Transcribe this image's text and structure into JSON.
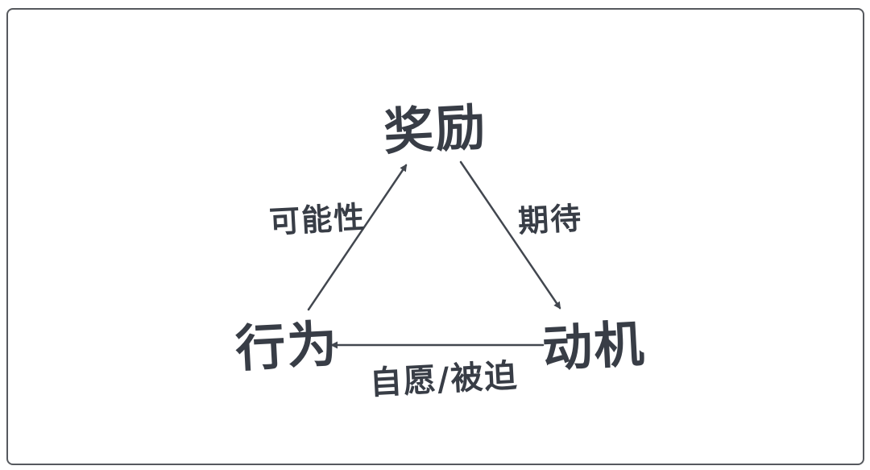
{
  "diagram": {
    "title": "reward-behavior-motivation-triangle",
    "nodes": {
      "reward": "奖励",
      "behavior": "行为",
      "motivation": "动机"
    },
    "edges": {
      "behavior_to_reward": {
        "label": "可能性",
        "from": "行为",
        "to": "奖励"
      },
      "reward_to_motivation": {
        "label": "期待",
        "from": "奖励",
        "to": "动机"
      },
      "motivation_to_behavior": {
        "label": "自愿/被迫",
        "from": "动机",
        "to": "行为"
      }
    },
    "colors": {
      "background": "#ffffff",
      "text": "#383d46",
      "line": "#42474f",
      "border": "#56595e"
    }
  }
}
